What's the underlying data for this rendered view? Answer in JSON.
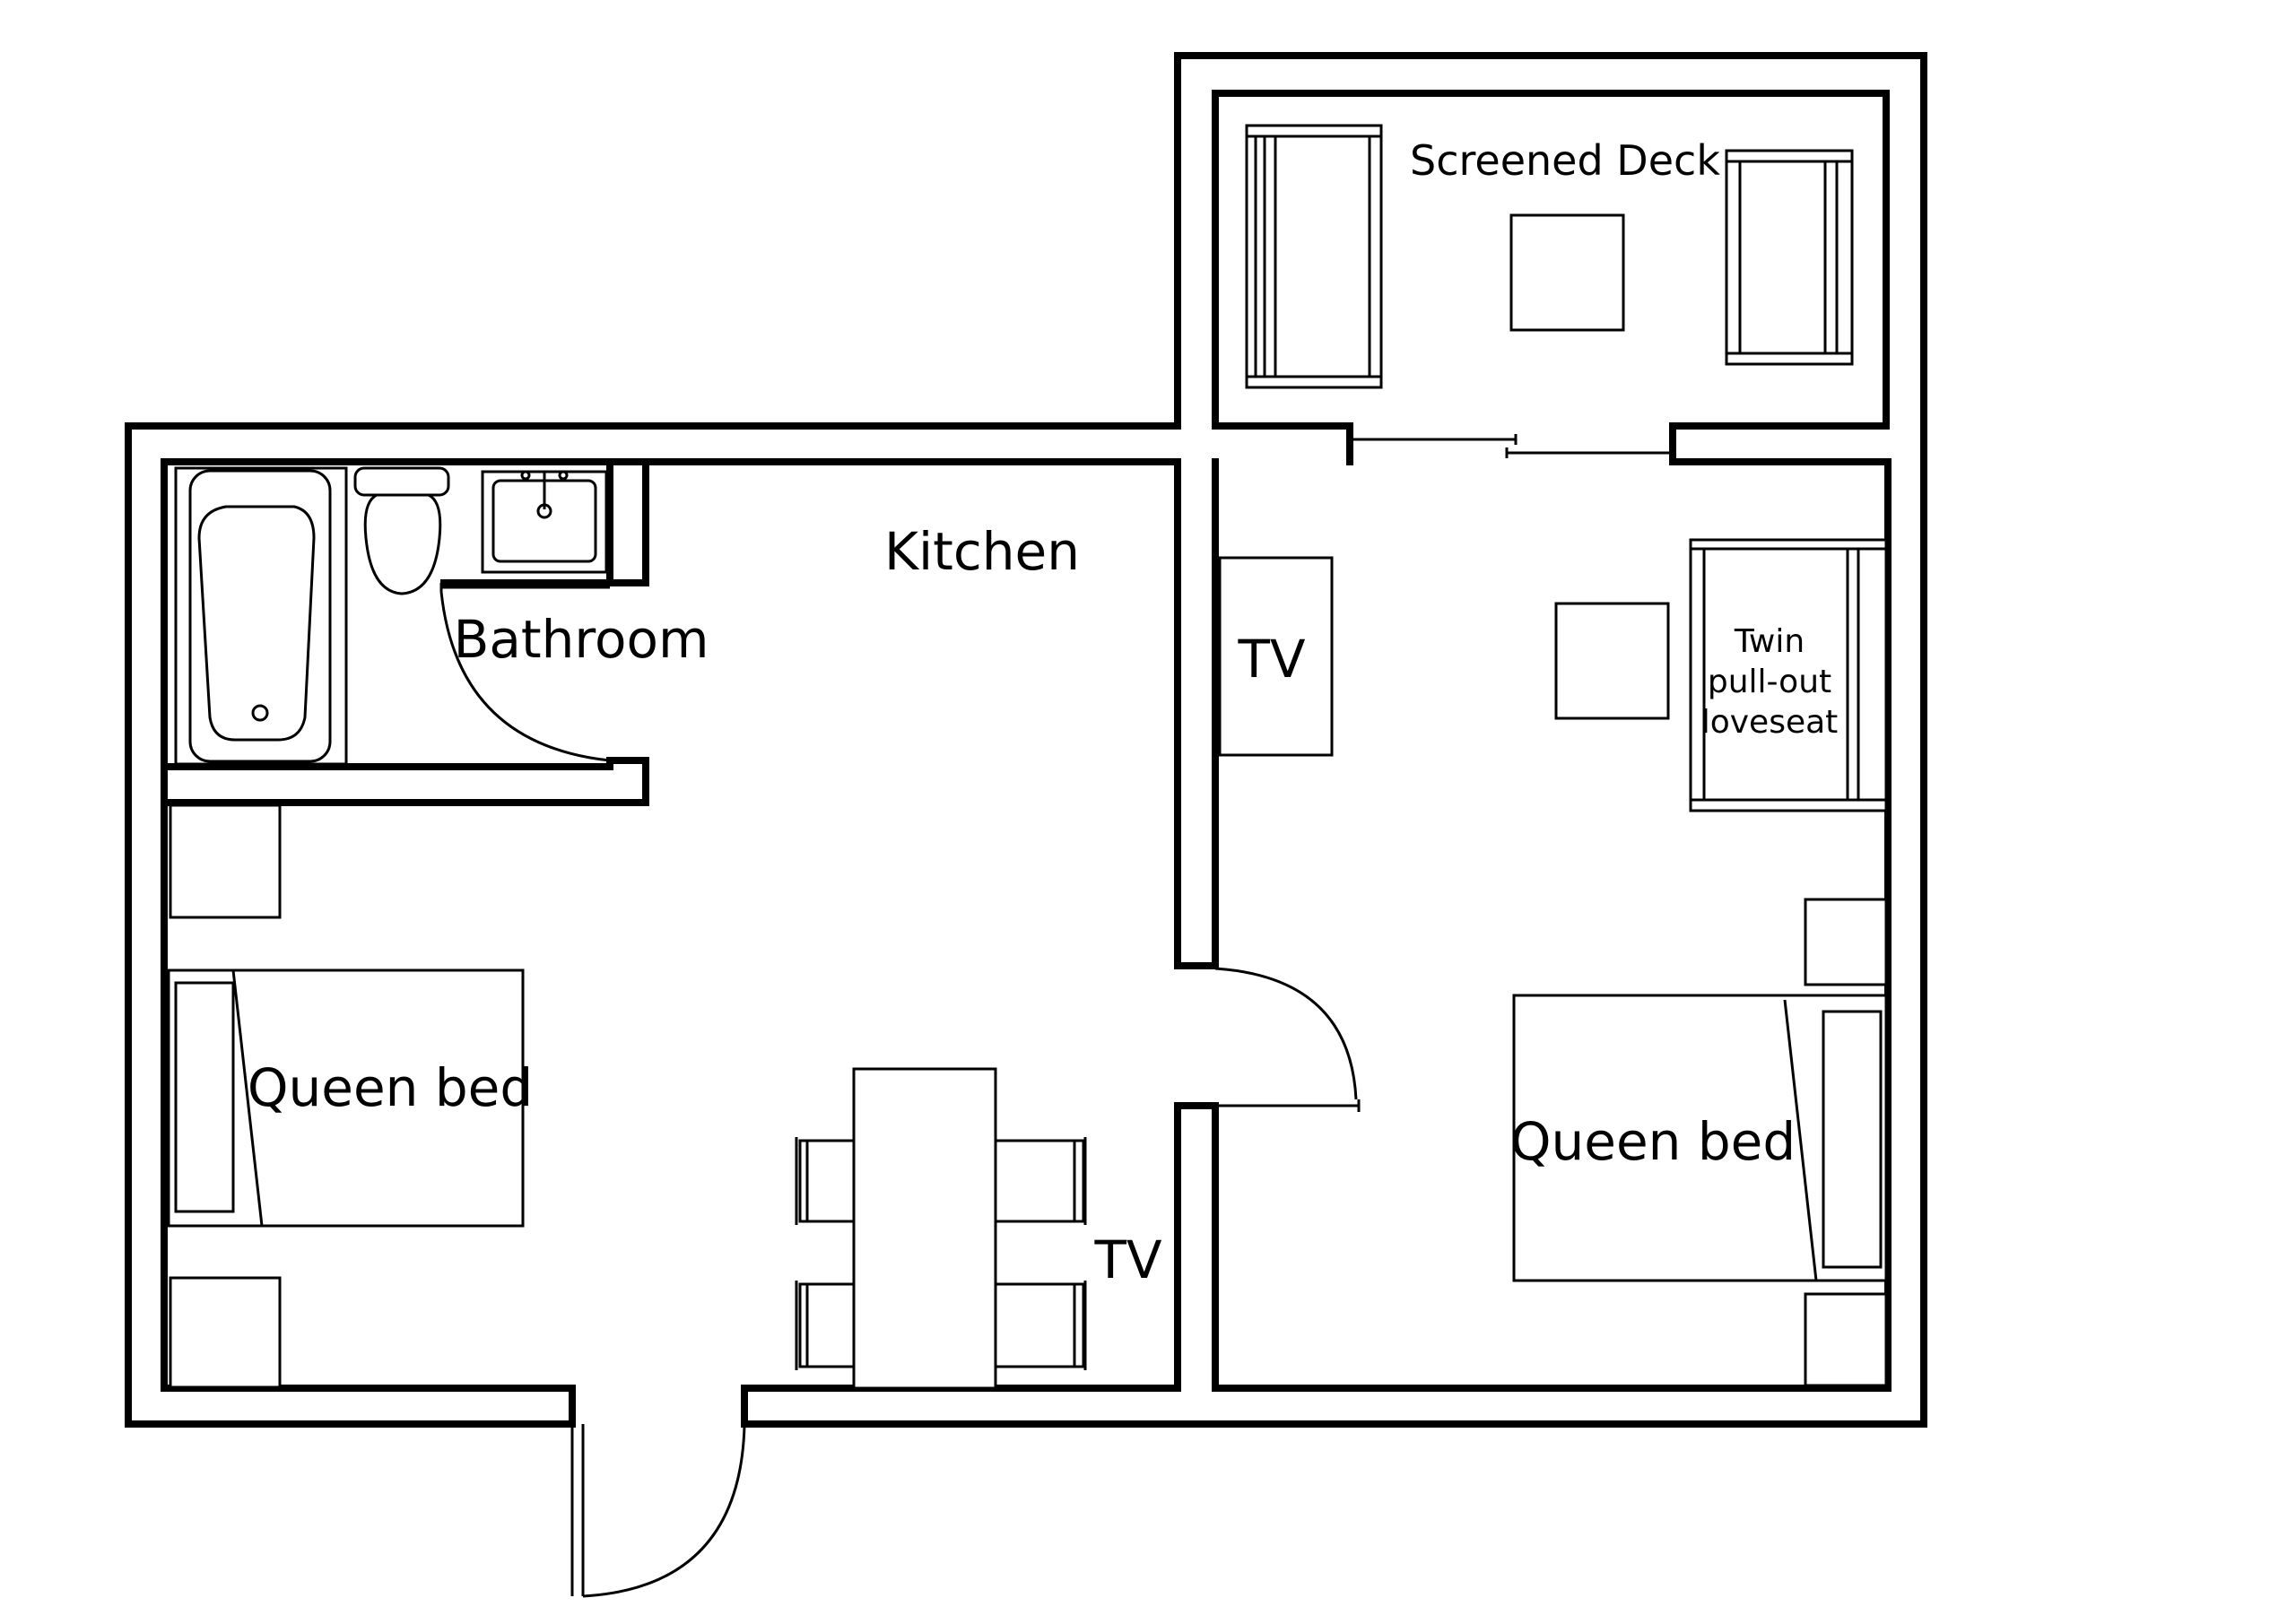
{
  "rooms": {
    "screened_deck": "Screened Deck",
    "kitchen": "Kitchen",
    "bathroom": "Bathroom",
    "tv_living": "TV",
    "tv_kitchen": "TV",
    "queen_bed_left": "Queen bed",
    "queen_bed_right": "Queen bed",
    "loveseat_line1": "Twin",
    "loveseat_line2": "pull-out",
    "loveseat_line3": "loveseat"
  }
}
